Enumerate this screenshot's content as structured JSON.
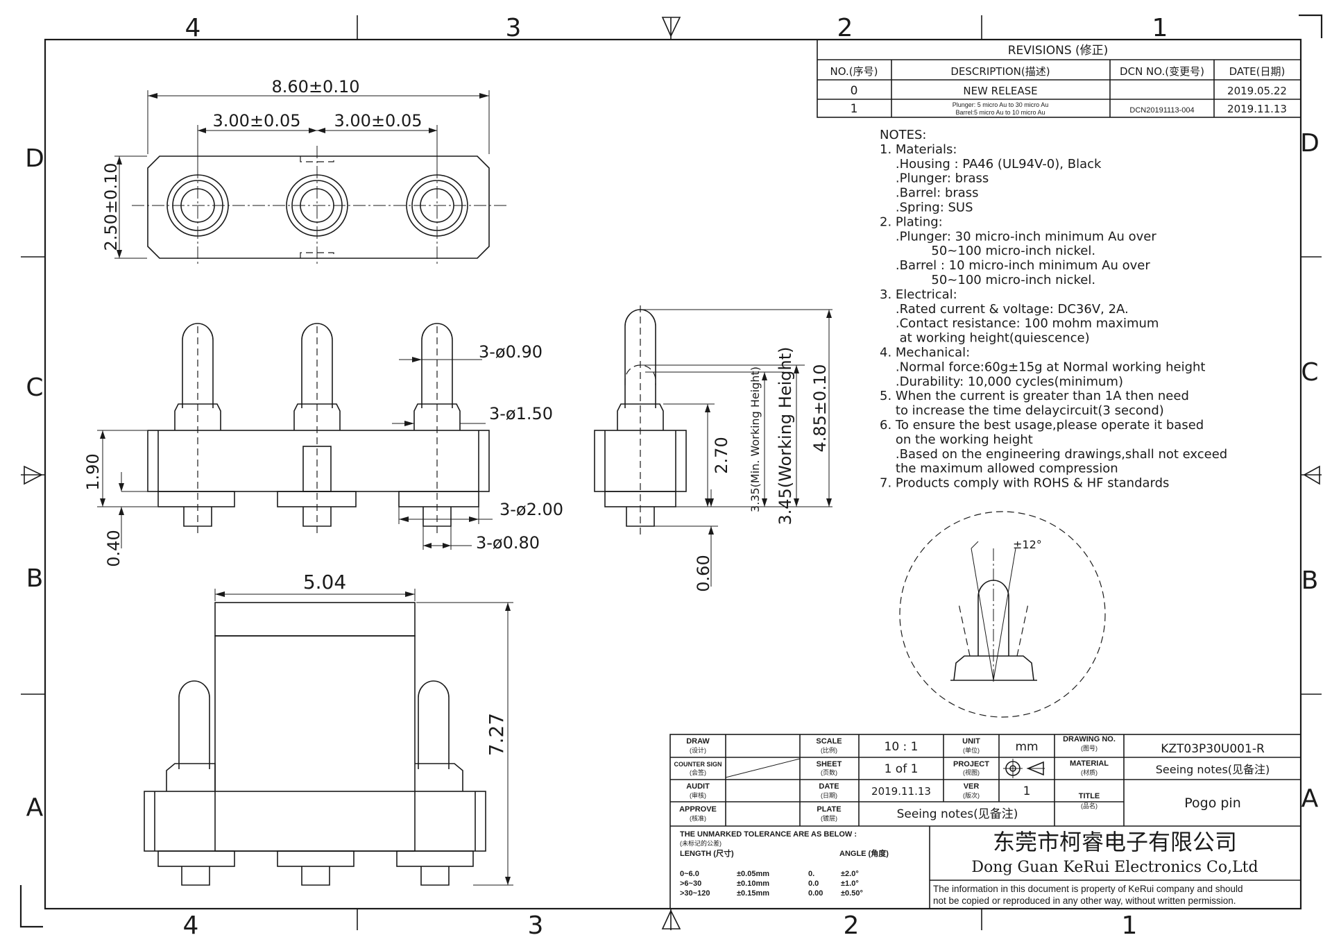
{
  "zones": {
    "cols": [
      "4",
      "3",
      "2",
      "1"
    ],
    "rows": [
      "D",
      "C",
      "B",
      "A"
    ]
  },
  "revisions": {
    "title": "REVISIONS (修正)",
    "headers": [
      "NO.(序号)",
      "DESCRIPTION(描述)",
      "DCN NO.(变更号)",
      "DATE(日期)"
    ],
    "rows": [
      {
        "no": "0",
        "desc1": "NEW RELEASE",
        "desc2": "",
        "dcn": "",
        "date": "2019.05.22"
      },
      {
        "no": "1",
        "desc1": "Plunger: 5 micro Au to 30 micro Au",
        "desc2": "Barrel:5 micro Au to 10 micro Au",
        "dcn": "DCN20191113-004",
        "date": "2019.11.13"
      }
    ]
  },
  "notes": [
    "NOTES:",
    "1. Materials:",
    "    .Housing : PA46 (UL94V-0), Black",
    "    .Plunger: brass",
    "    .Barrel: brass",
    "    .Spring: SUS",
    "2. Plating:",
    "    .Plunger: 30 micro-inch minimum Au over",
    "             50~100 micro-inch nickel.",
    "    .Barrel : 10 micro-inch minimum Au over",
    "             50~100 micro-inch nickel.",
    "3. Electrical:",
    "    .Rated current & voltage: DC36V, 2A.",
    "    .Contact resistance: 100 mohm maximum",
    "     at working height(quiescence)",
    "4. Mechanical:",
    "    .Normal force:60g±15g at Normal working height",
    "    .Durability: 10,000 cycles(minimum)",
    "5. When the current is greater than 1A then need",
    "    to increase the time delaycircuit(3 second)",
    "6. To ensure the best usage,please operate it based",
    "    on the working height",
    "    .Based on the engineering drawings,shall not exceed",
    "    the maximum allowed compression",
    "7. Products comply with ROHS & HF standards"
  ],
  "dims": {
    "overall_width": "8.60±0.10",
    "pitch_left": "3.00±0.05",
    "pitch_right": "3.00±0.05",
    "housing_height": "2.50±0.10",
    "dia_tip": "3-ø0.90",
    "dia_barrel": "3-ø1.50",
    "dia_tail": "3-ø2.00",
    "dia_tail_pin": "3-ø0.80",
    "side_1_90": "1.90",
    "side_0_40": "0.40",
    "side_2_70": "2.70",
    "min_working": "3.35(Min. Working Height)",
    "working": "3.45(Working Height)",
    "total_height": "4.85±0.10",
    "side_0_60": "0.60",
    "bottom_width": "5.04",
    "bottom_height": "7.27",
    "angle": "±12°"
  },
  "title_block": {
    "draw_label": "DRAW",
    "draw_cn": "(设计)",
    "counter_label": "COUNTER SIGN",
    "counter_cn": "(会签)",
    "audit_label": "AUDIT",
    "audit_cn": "(审核)",
    "approve_label": "APPROVE",
    "approve_cn": "(核准)",
    "scale_label": "SCALE",
    "scale_cn": "(比例)",
    "scale_value": "10 : 1",
    "sheet_label": "SHEET",
    "sheet_cn": "(页数)",
    "sheet_value": "1 of 1",
    "date_label": "DATE",
    "date_cn": "(日期)",
    "date_value": "2019.11.13",
    "plate_label": "PLATE",
    "plate_cn": "(镀层)",
    "plate_value": "Seeing notes(见备注)",
    "unit_label": "UNIT",
    "unit_cn": "(单位)",
    "unit_value": "mm",
    "project_label": "PROJECT",
    "project_cn": "(视图)",
    "ver_label": "VER",
    "ver_cn": "(版次)",
    "ver_value": "1",
    "drawing_no_label": "DRAWING NO.",
    "drawing_no_cn": "(图号)",
    "drawing_no_value": "KZT03P30U001-R",
    "material_label": "MATERIAL",
    "material_cn": "(材质)",
    "material_value": "Seeing notes(见备注)",
    "title_label": "TITLE",
    "title_cn": "(品名)",
    "title_value": "Pogo pin",
    "tolerance_title": "THE UNMARKED TOLERANCE ARE AS BELOW :",
    "tolerance_cn": "(未标记的公差)",
    "length_label": "LENGTH (尺寸)",
    "angle_label": "ANGLE (角度)",
    "tol_rows": [
      {
        "range": "0~6.0",
        "tol": "±0.05mm",
        "ang": "0.",
        "angtol": "±2.0°"
      },
      {
        "range": ">6~30",
        "tol": "±0.10mm",
        "ang": "0.0",
        "angtol": "±1.0°"
      },
      {
        "range": ">30~120",
        "tol": "±0.15mm",
        "ang": "0.00",
        "angtol": "±0.50°"
      }
    ],
    "company_cn": "东莞市柯睿电子有限公司",
    "company_en": "Dong Guan KeRui Electronics Co,Ltd",
    "disclaimer1": "The information in this document is property of KeRui company and should",
    "disclaimer2": "not be copied or reproduced in any other way, without written permission."
  }
}
